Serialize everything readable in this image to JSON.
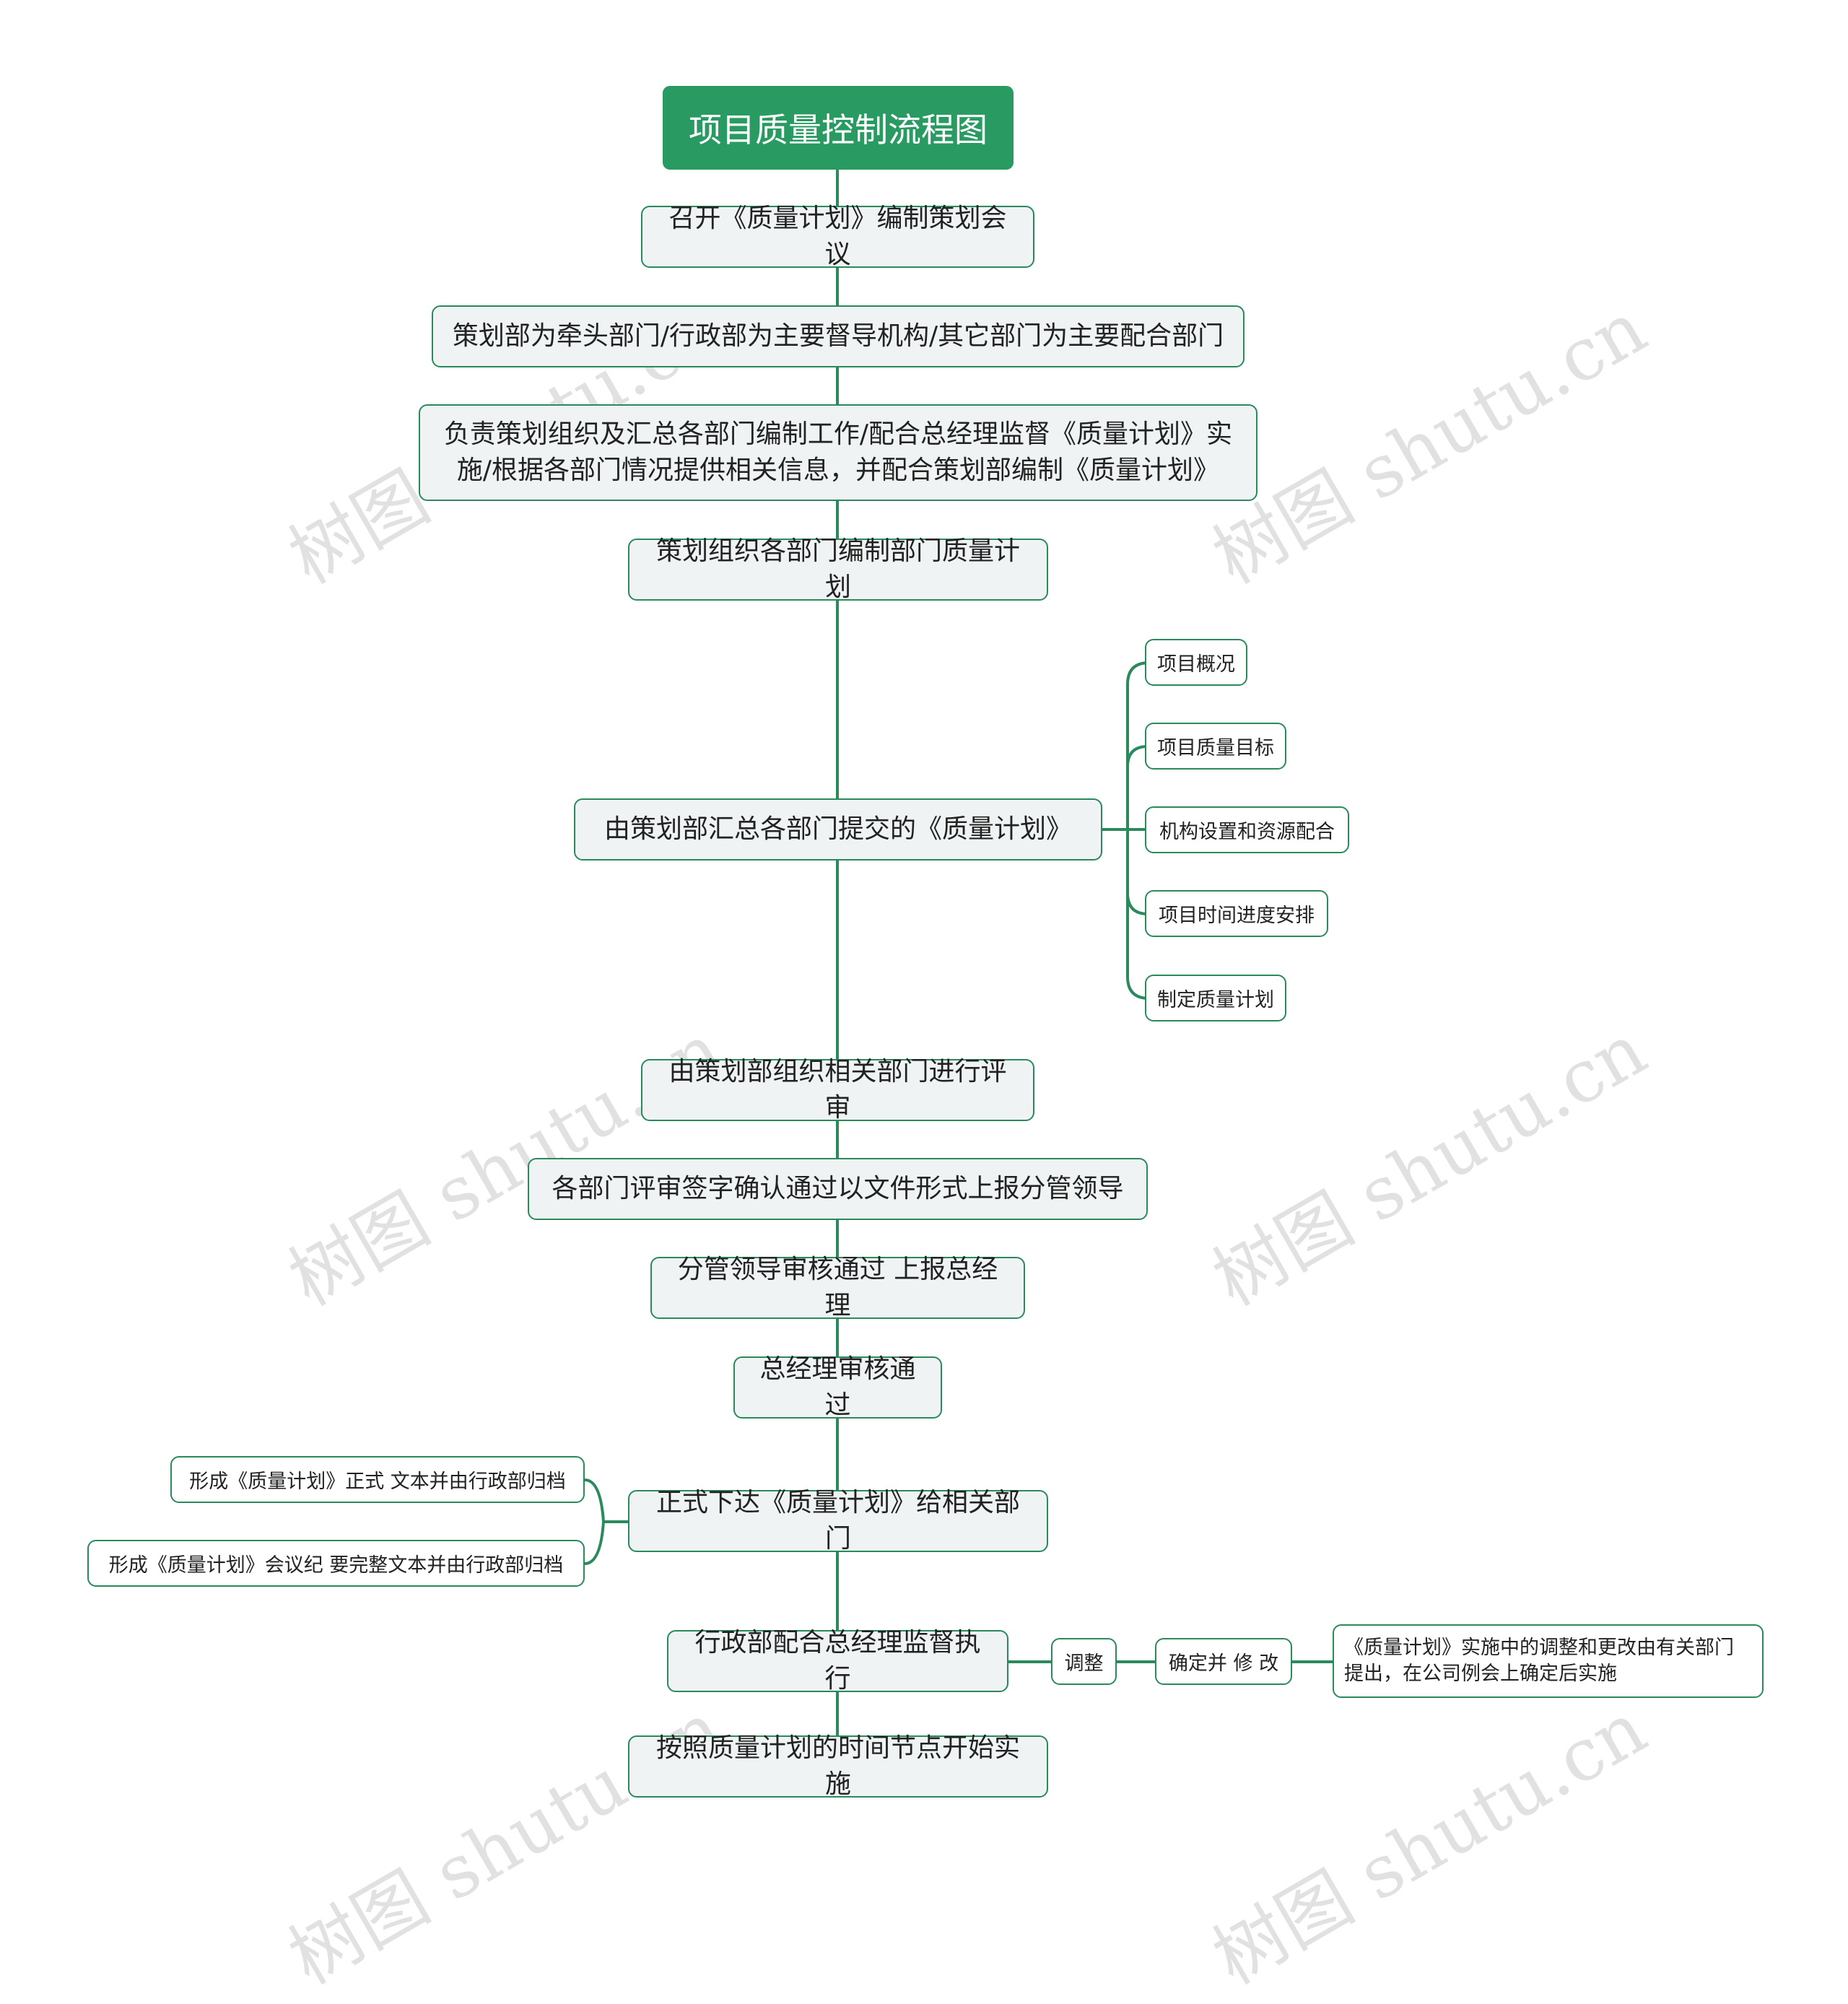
{
  "diagram": {
    "root": "项目质量控制流程图",
    "steps": [
      "召开《质量计划》编制策划会议",
      "策划部为牵头部门/行政部为主要督导机构/其它部门为主要配合部门",
      "负责策划组织及汇总各部门编制工作/配合总经理监督《质量计划》实施/根据各部门情况提供相关信息，并配合策划部编制《质量计划》",
      "策划组织各部门编制部门质量计划",
      "由策划部汇总各部门提交的《质量计划》",
      "由策划部组织相关部门进行评审",
      "各部门评审签字确认通过以文件形式上报分管领导",
      "分管领导审核通过 上报总经理",
      "总经理审核通过",
      "正式下达《质量计划》给相关部门",
      "行政部配合总经理监督执行",
      "按照质量计划的时间节点开始实施"
    ],
    "plan_contents": [
      "项目概况",
      "项目质量目标",
      "机构设置和资源配合",
      "项目时间进度安排",
      "制定质量计划"
    ],
    "issue_outputs": [
      "形成《质量计划》正式 文本并由行政部归档",
      "形成《质量计划》会议纪 要完整文本并由行政部归档"
    ],
    "supervision_chain": [
      "调整",
      "确定并 修 改",
      "《质量计划》实施中的调整和更改由有关部门提出，在公司例会上确定后实施"
    ]
  },
  "watermark": "树图 shutu.cn",
  "colors": {
    "accent": "#2a9a63",
    "line": "#2a8a5c",
    "node_fill": "#eff3f3",
    "watermark": "#c9c9c9"
  }
}
